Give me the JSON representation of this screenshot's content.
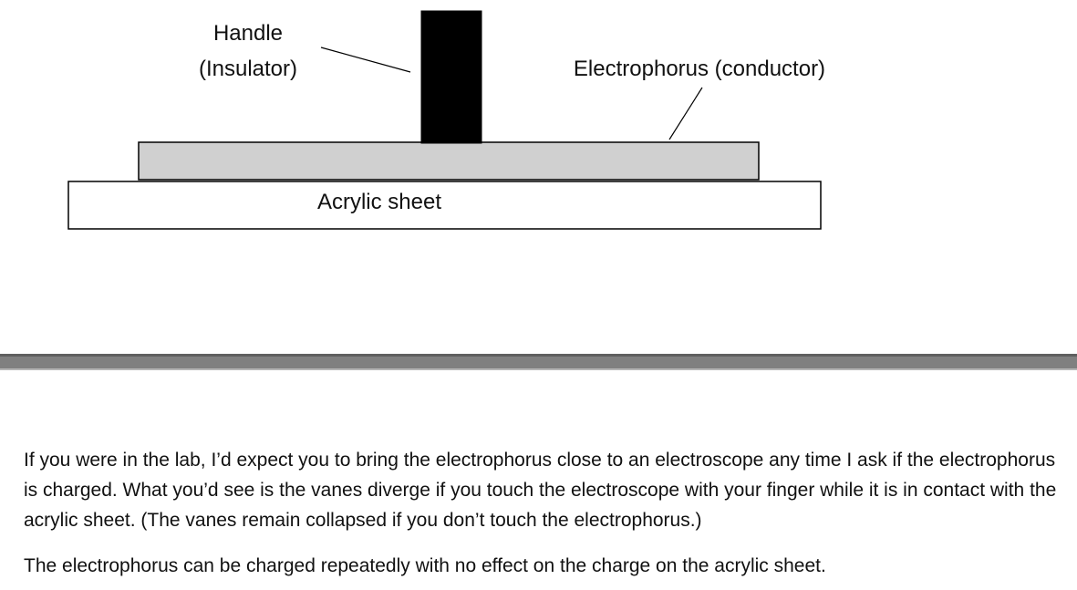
{
  "diagram": {
    "handle_label_line1": "Handle",
    "handle_label_line2": "(Insulator)",
    "electrophorus_label": "Electrophorus (conductor)",
    "sheet_label": "Acrylic sheet",
    "colors": {
      "handle": "#000000",
      "electrophorus": "#d0d0d0",
      "sheet": "#ffffff",
      "divider": "#808080"
    }
  },
  "text": {
    "paragraph_1": "If you were in the lab, I’d expect you to bring the electrophorus close to an electroscope any time I ask if the electrophorus is charged. What you’d see is the vanes diverge if you touch the electroscope with your finger while it is in contact with the acrylic sheet. (The vanes remain collapsed if you don’t touch the electrophorus.)",
    "paragraph_2": "The electrophorus can be charged repeatedly with no effect on the charge on the acrylic sheet."
  }
}
